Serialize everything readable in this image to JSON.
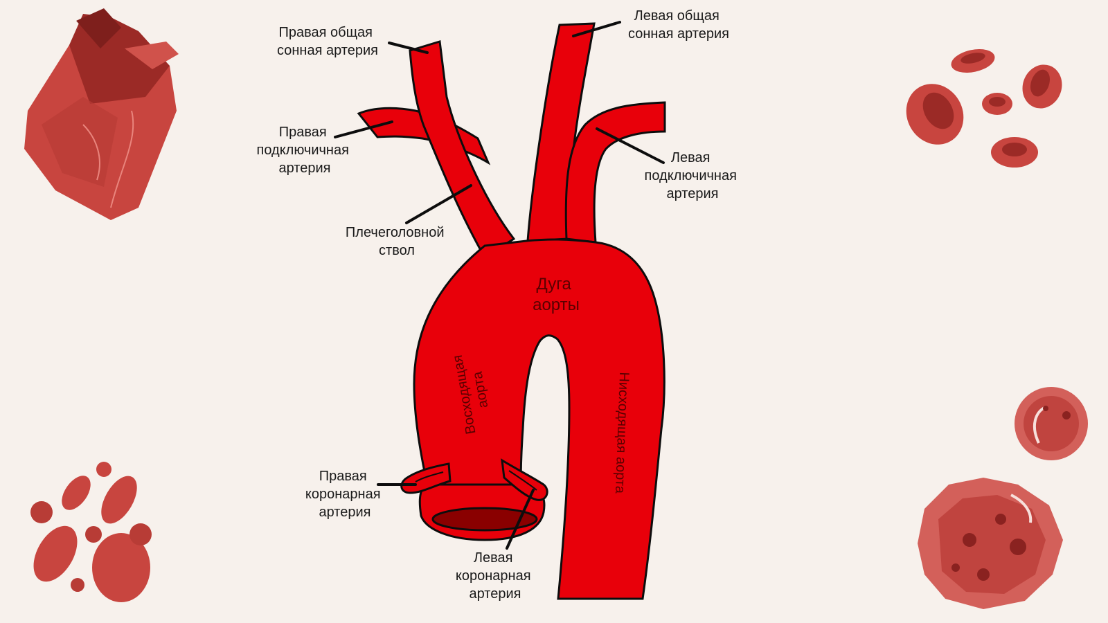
{
  "colors": {
    "background": "#f7f1ec",
    "artery": "#e8000a",
    "artery_dark": "#8a0000",
    "outline": "#0d0d0d",
    "decor": "#c8453f",
    "decor_dark": "#9b2a26"
  },
  "labels": {
    "right_common_carotid": [
      "Правая общая",
      "сонная артерия"
    ],
    "left_common_carotid": [
      "Левая общая",
      "сонная артерия"
    ],
    "right_subclavian": [
      "Правая",
      "подключичная",
      "артерия"
    ],
    "left_subclavian": [
      "Левая",
      "подключичная",
      "артерия"
    ],
    "brachiocephalic": [
      "Плечеголовной",
      "ствол"
    ],
    "right_coronary": [
      "Правая",
      "коронарная",
      "артерия"
    ],
    "left_coronary": [
      "Левая",
      "коронарная",
      "артерия"
    ]
  },
  "inner_labels": {
    "arch": [
      "Дуга",
      "аорты"
    ],
    "ascending": [
      "Восходящая",
      "аорта"
    ],
    "descending": "Нисходящая аорта"
  },
  "icons": [
    "heart-icon",
    "blood-cells-icon",
    "red-blood-cells-icon",
    "white-blood-cell-icon",
    "platelet-cluster-icon",
    "round-cell-icon"
  ]
}
